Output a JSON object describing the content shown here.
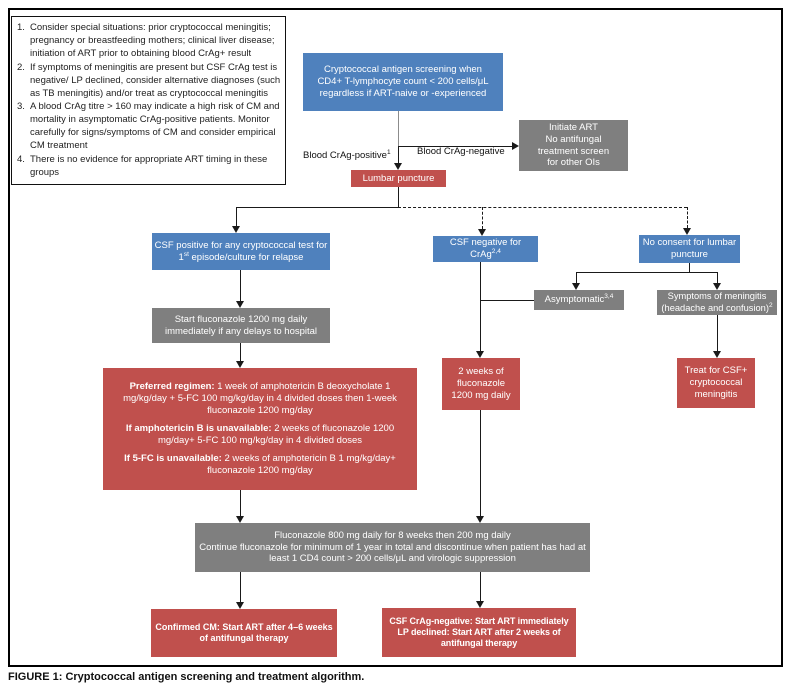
{
  "colors": {
    "blue": "#4F81BD",
    "red": "#C0504D",
    "gray": "#7F7F7F"
  },
  "notes": {
    "items": [
      {
        "num": "1.",
        "text": "Consider special situations: prior cryptococcal meningitis; pregnancy or breastfeeding mothers; clinical liver disease; initiation of ART prior to obtaining blood CrAg+ result"
      },
      {
        "num": "2.",
        "text": "If symptoms of meningitis are present but CSF CrAg test is negative/ LP declined, consider alternative diagnoses (such as TB meningitis) and/or treat as cryptococcal meningitis"
      },
      {
        "num": "3.",
        "text": "A blood CrAg titre > 160 may indicate a high risk of CM and mortality in asymptomatic CrAg-positive patients. Monitor carefully for signs/symptoms of CM and consider empirical CM treatment"
      },
      {
        "num": "4.",
        "text": "There is no evidence for appropriate ART timing in these groups"
      }
    ]
  },
  "labels": {
    "blood_positive": "Blood CrAg-positive",
    "blood_positive_sup": "1",
    "blood_negative": "Blood CrAg-negative"
  },
  "nodes": {
    "screening": "Cryptococcal antigen screening when\nCD4+ T-lymphocyte count < 200 cells/μL\nregardless if ART-naive or -experienced",
    "initiate_art": "Initiate ART\nNo antifungal\ntreatment screen\nfor other OIs",
    "lumbar_puncture": "Lumbar puncture",
    "csf_positive": {
      "pre": "CSF positive for any cryptococcal test for 1",
      "sup": "st",
      "post": " episode/culture for relapse"
    },
    "csf_negative": {
      "pre": "CSF negative for CrAg",
      "sup": "2,4"
    },
    "no_consent": "No consent for lumbar\npuncture",
    "asymptomatic": {
      "pre": "Asymptomatic",
      "sup": "3,4"
    },
    "symptoms": {
      "line1": "Symptoms of meningitis",
      "line2": "(headache and confusion)",
      "sup": "2"
    },
    "start_fluconazole": "Start fluconazole 1200 mg daily\nimmediately if any delays to hospital",
    "regimen": {
      "p1_label": "Preferred regimen:",
      "p1_text": " 1 week of amphotericin B deoxycholate 1 mg/kg/day + 5-FC 100 mg/kg/day in 4 divided doses then 1-week fluconazole 1200 mg/day",
      "p2_label": "If amphotericin B is unavailable:",
      "p2_text": " 2 weeks of fluconazole 1200 mg/day+ 5-FC 100 mg/kg/day in 4 divided doses",
      "p3_label": "If 5-FC is unavailable:",
      "p3_text": " 2 weeks of amphotericin B 1 mg/kg/day+ fluconazole 1200 mg/day"
    },
    "two_weeks": "2 weeks of\nfluconazole\n1200 mg daily",
    "treat_csf": "Treat for CSF+\ncryptococcal\nmeningitis",
    "maintenance": "Fluconazole 800 mg daily for 8 weeks then 200 mg daily\nContinue fluconazole for minimum of 1 year in total and discontinue when patient has had at least 1 CD4 count > 200 cells/μL and virologic suppression",
    "confirmed_cm": "Confirmed CM: Start ART after 4–6 weeks of antifungal therapy",
    "art_start": "CSF CrAg-negative: Start ART immediately\nLP declined: Start ART after 2 weeks of antifungal therapy"
  },
  "caption": {
    "label": "FIGURE 1:",
    "text": " Cryptococcal antigen screening and treatment algorithm."
  }
}
